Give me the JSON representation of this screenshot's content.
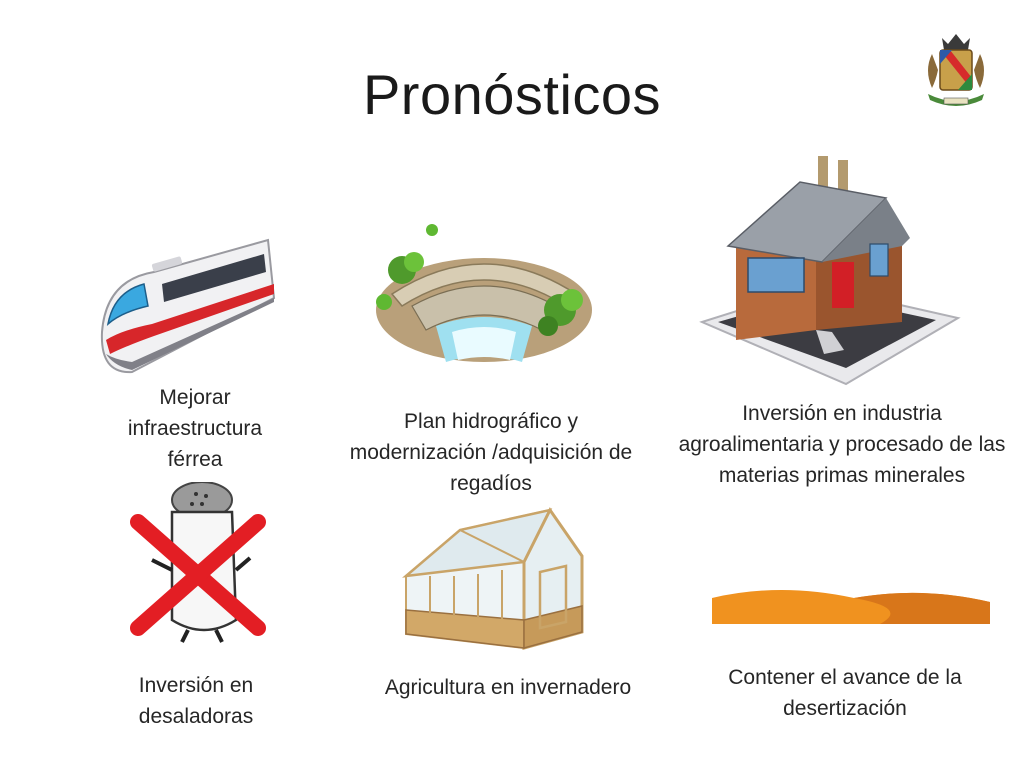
{
  "slide": {
    "title": "Pronósticos",
    "items": [
      {
        "caption": "Mejorar infraestructura férrea",
        "icon": "train-icon"
      },
      {
        "caption": "Plan hidrográfico y modernización /adquisición de regadíos",
        "icon": "dam-icon"
      },
      {
        "caption": "Inversión en industria agroalimentaria y procesado de las materias primas minerales",
        "icon": "factory-icon"
      },
      {
        "caption": "Inversión en desaladoras",
        "icon": "salt-shaker-crossed-icon"
      },
      {
        "caption": "Agricultura en invernadero",
        "icon": "greenhouse-icon"
      },
      {
        "caption": "Contener el avance de la desertización",
        "icon": "sand-dunes-icon"
      }
    ],
    "colors": {
      "cross": "#e31e24",
      "dune": "#f0921f",
      "brick": "#b86a3c"
    }
  }
}
